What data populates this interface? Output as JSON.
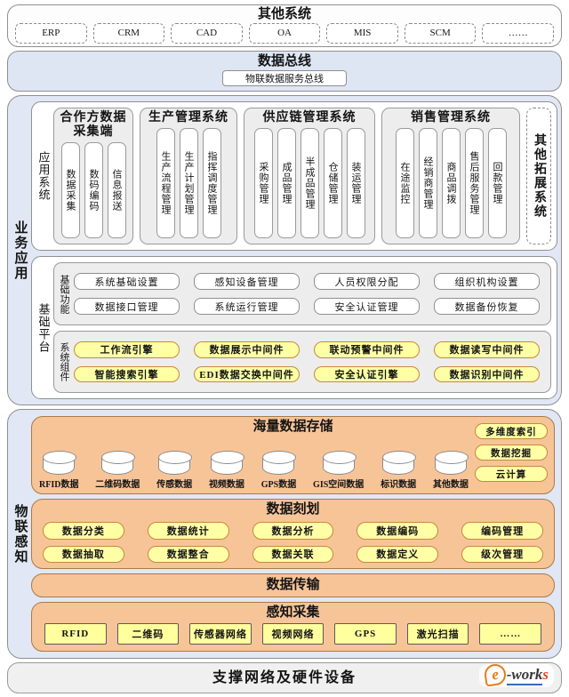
{
  "other_systems": {
    "title": "其他系统",
    "items": [
      "ERP",
      "CRM",
      "CAD",
      "OA",
      "MIS",
      "SCM",
      "……"
    ]
  },
  "data_bus": {
    "title": "数据总线",
    "inner": "物联数据服务总线"
  },
  "business": {
    "label": "业务应用",
    "app_systems": {
      "label": "应用系统",
      "groups": [
        {
          "title": "合作方数据采集端",
          "items": [
            "数据采集",
            "数码编码",
            "信息报送"
          ]
        },
        {
          "title": "生产管理系统",
          "items": [
            "生产流程管理",
            "生产计划管理",
            "指挥调度管理"
          ]
        },
        {
          "title": "供应链管理系统",
          "items": [
            "采购管理",
            "成品管理",
            "半成品管理",
            "仓储管理",
            "装运管理"
          ]
        },
        {
          "title": "销售管理系统",
          "items": [
            "在途监控",
            "经销商管理",
            "商品调拨",
            "售后服务管理",
            "回款管理"
          ]
        }
      ],
      "other_expand": "其他拓展系统"
    },
    "base_platform": {
      "label": "基础平台",
      "basic_functions": {
        "label": "基础功能",
        "buttons": [
          "系统基础设置",
          "感知设备管理",
          "人员权限分配",
          "组织机构设置",
          "数据接口管理",
          "系统运行管理",
          "安全认证管理",
          "数据备份恢复"
        ]
      },
      "system_components": {
        "label": "系统组件",
        "buttons": [
          "工作流引擎",
          "数据展示中间件",
          "联动预警中间件",
          "数据读写中间件",
          "智能搜索引擎",
          "EDI数据交换中间件",
          "安全认证引擎",
          "数据识别中间件"
        ]
      }
    }
  },
  "iot": {
    "label": "物联感知",
    "storage": {
      "title": "海量数据存储",
      "databases": [
        "RFID数据",
        "二维码数据",
        "传感数据",
        "视频数据",
        "GPS数据",
        "GIS空间数据",
        "标识数据",
        "其他数据"
      ],
      "side_tags": [
        "多维度索引",
        "数据挖掘",
        "云计算"
      ]
    },
    "characterize": {
      "title": "数据刻划",
      "buttons": [
        "数据分类",
        "数据统计",
        "数据分析",
        "数据编码",
        "编码管理",
        "数据抽取",
        "数据整合",
        "数据关联",
        "数据定义",
        "级次管理"
      ]
    },
    "transmission": {
      "title": "数据传输"
    },
    "collection": {
      "title": "感知采集",
      "items": [
        "RFID",
        "二维码",
        "传感器网络",
        "视频网络",
        "GPS",
        "激光扫描",
        "……"
      ]
    }
  },
  "footer": {
    "title": "支撑网络及硬件设备",
    "logo_e": "e",
    "logo_mid": "-work",
    "logo_s": "s"
  },
  "colors": {
    "container_blue": "#e1e7f4",
    "orange_fill": "#f7c498",
    "yellow_fill": "#ffffa6",
    "panel_gray": "#ededed"
  }
}
